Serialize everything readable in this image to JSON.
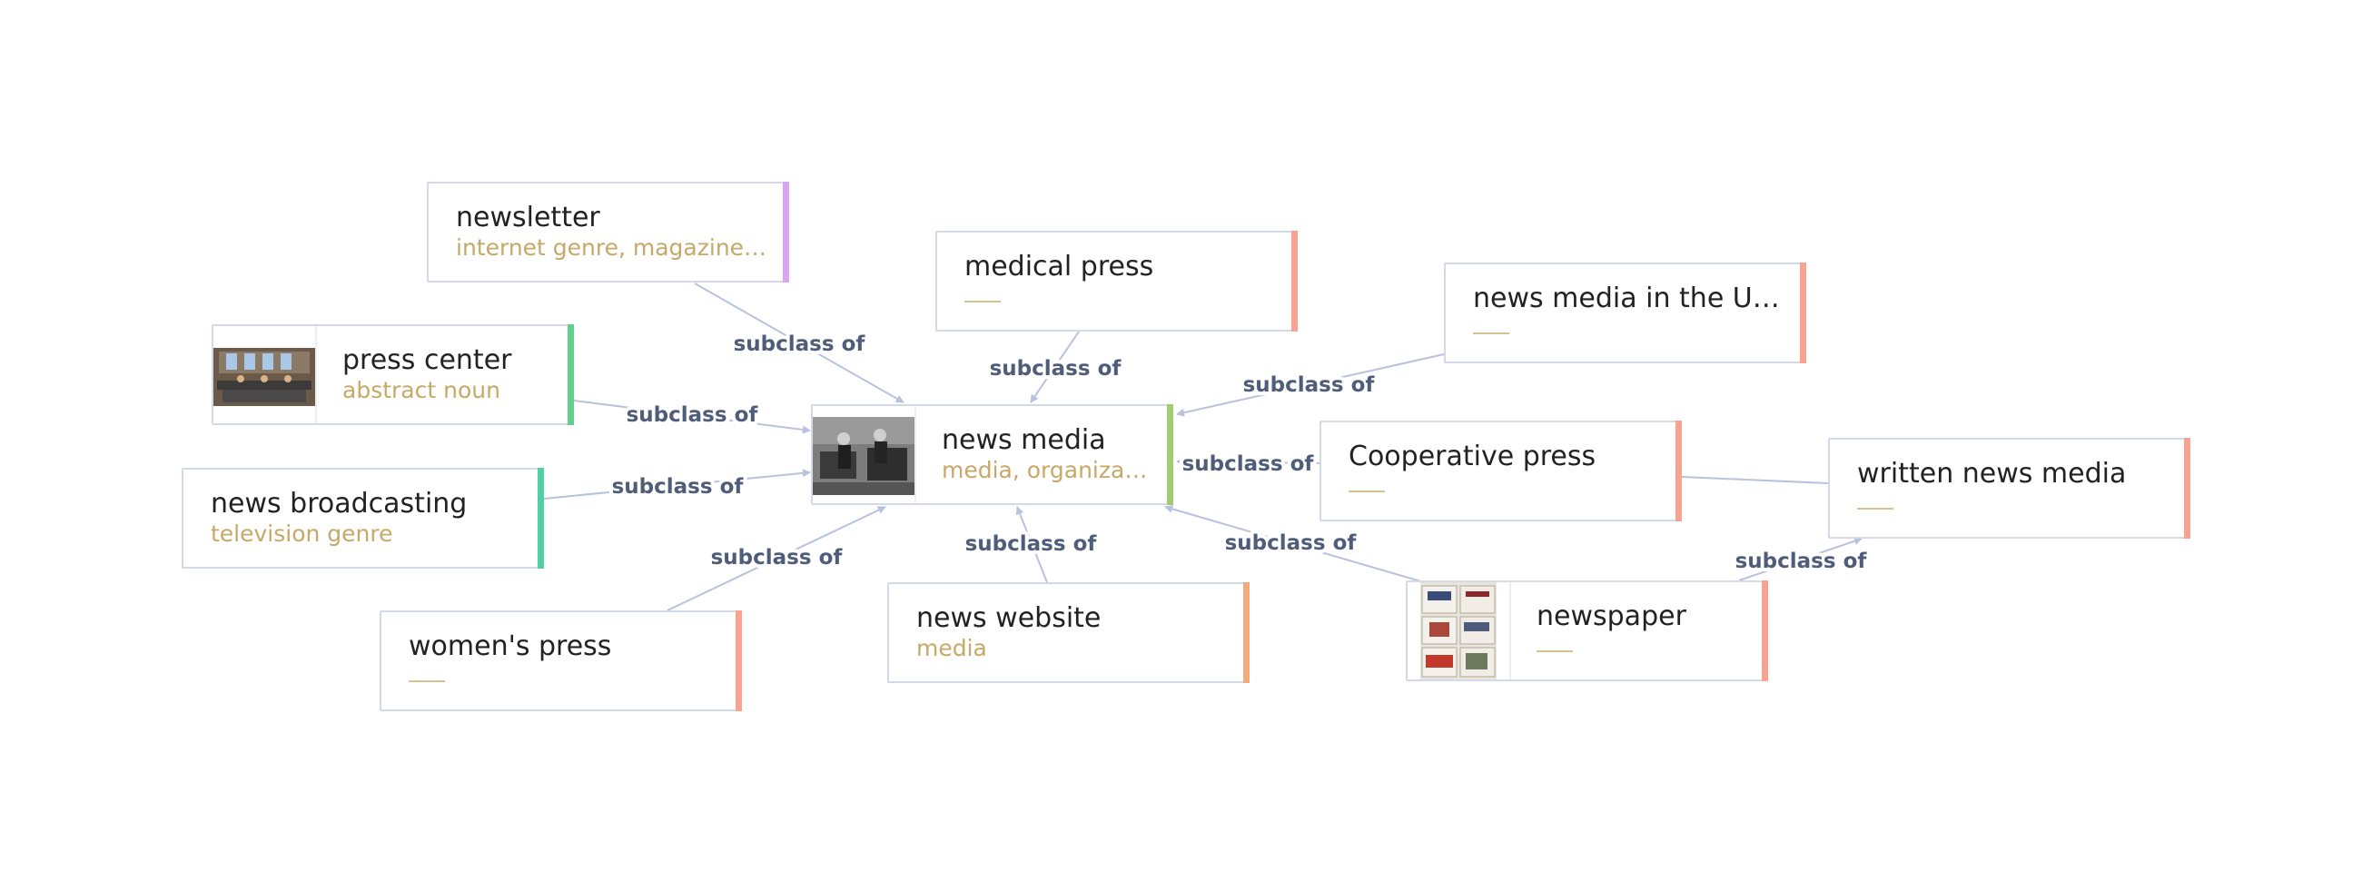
{
  "edge_label": "subclass of",
  "nodes": {
    "newsletter": {
      "title": "newsletter",
      "desc": "internet genre, magazine g...",
      "accent": "#dba6f0"
    },
    "medical_press": {
      "title": "medical press",
      "desc": "",
      "accent": "#f7a38f"
    },
    "news_media_us": {
      "title": "news media in the Unit...",
      "desc": "",
      "accent": "#f7a38f"
    },
    "press_center": {
      "title": "press center",
      "desc": "abstract noun",
      "accent": "#63cf8e",
      "thumb": "press-center-photo"
    },
    "news_media": {
      "title": "news media",
      "desc": "media, organizati...",
      "accent": "#a3cc72",
      "thumb": "news-media-photo"
    },
    "cooperative_press": {
      "title": "Cooperative press",
      "desc": "",
      "accent": "#f7a38f"
    },
    "written_news_media": {
      "title": "written news media",
      "desc": "",
      "accent": "#f7a38f"
    },
    "news_broadcasting": {
      "title": "news broadcasting",
      "desc": "television genre",
      "accent": "#52cfa4"
    },
    "news_website": {
      "title": "news website",
      "desc": "media",
      "accent": "#f5aa7c"
    },
    "newspaper": {
      "title": "newspaper",
      "desc": "",
      "accent": "#f7a38f",
      "thumb": "newspaper-photo"
    },
    "womens_press": {
      "title": "women's press",
      "desc": "",
      "accent": "#f7a38f"
    }
  },
  "edges": [
    {
      "from": "newsletter",
      "to": "news_media",
      "label": "subclass of"
    },
    {
      "from": "medical_press",
      "to": "news_media",
      "label": "subclass of"
    },
    {
      "from": "news_media_us",
      "to": "news_media",
      "label": "subclass of"
    },
    {
      "from": "press_center",
      "to": "news_media",
      "label": "subclass of"
    },
    {
      "from": "cooperative_press",
      "to": "news_media",
      "label": "subclass of"
    },
    {
      "from": "news_broadcasting",
      "to": "news_media",
      "label": "subclass of"
    },
    {
      "from": "womens_press",
      "to": "news_media",
      "label": "subclass of"
    },
    {
      "from": "news_website",
      "to": "news_media",
      "label": "subclass of"
    },
    {
      "from": "newspaper",
      "to": "news_media",
      "label": "subclass of"
    },
    {
      "from": "newspaper",
      "to": "written_news_media",
      "label": "subclass of"
    }
  ]
}
